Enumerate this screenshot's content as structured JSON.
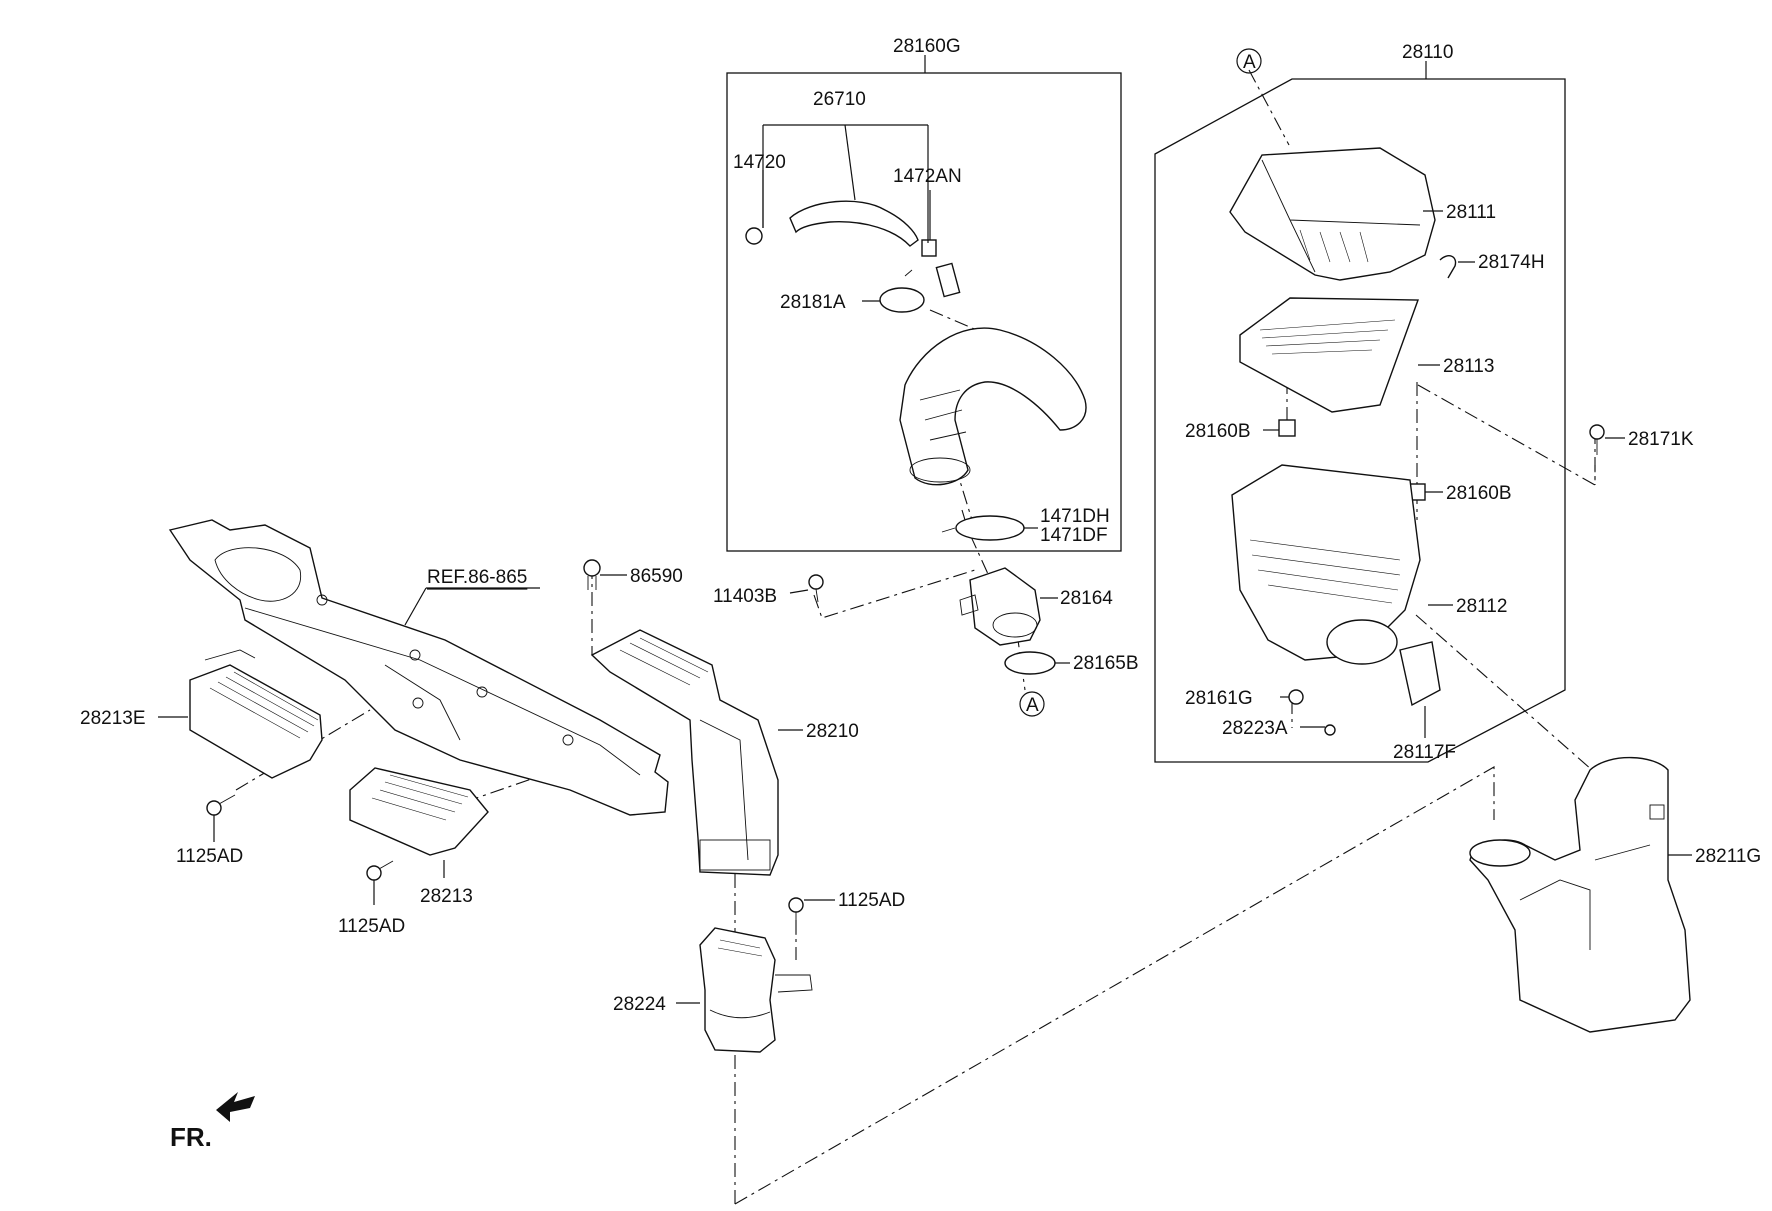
{
  "labels": {
    "p28160G": "28160G",
    "p28110": "28110",
    "p26710": "26710",
    "p14720": "14720",
    "p1472AN": "1472AN",
    "p28181A": "28181A",
    "p1471DH": "1471DH",
    "p1471DF": "1471DF",
    "p28164": "28164",
    "p28165B": "28165B",
    "p11403B": "11403B",
    "p86590": "86590",
    "pRef": "REF.86-865",
    "p28213E": "28213E",
    "p1125AD_a": "1125AD",
    "p1125AD_b": "1125AD",
    "p1125AD_c": "1125AD",
    "p28213": "28213",
    "p28210": "28210",
    "p28224": "28224",
    "p28111": "28111",
    "p28174H": "28174H",
    "p28113": "28113",
    "p28160B_a": "28160B",
    "p28160B_b": "28160B",
    "p28171K": "28171K",
    "p28112": "28112",
    "p28161G": "28161G",
    "p28223A": "28223A",
    "p28117F": "28117F",
    "p28211G": "28211G",
    "markerA_top": "A",
    "markerA_bottom": "A",
    "front": "FR."
  },
  "colors": {
    "line": "#111111",
    "background": "#ffffff"
  }
}
